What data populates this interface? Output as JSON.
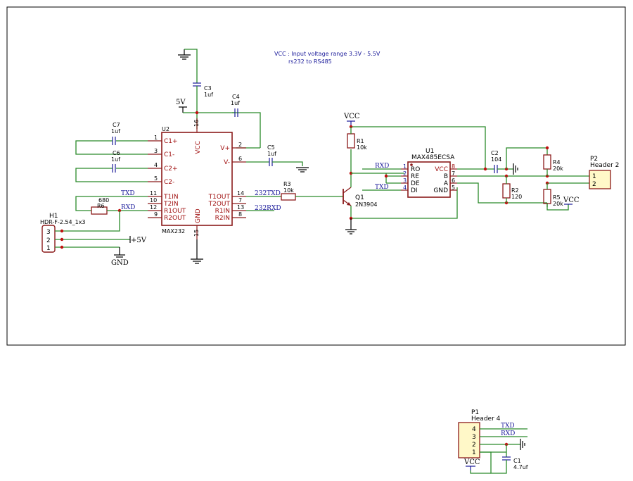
{
  "notes": {
    "line1": "VCC : Input voltage range 3.3V - 5.5V",
    "line2": "rs232 to RS485"
  },
  "u2": {
    "ref": "U2",
    "value": "MAX232",
    "pins": {
      "c1p": "C1+",
      "c1m": "C1-",
      "c2p": "C2+",
      "c2m": "C2-",
      "t1in": "T1IN",
      "t2in": "T2IN",
      "r1out": "R1OUT",
      "r2out": "R2OUT",
      "vcc": "VCC",
      "gnd": "GND",
      "vp": "V+",
      "vm": "V-",
      "t1out": "T1OUT",
      "t2out": "T2OUT",
      "r1in": "R1IN",
      "r2in": "R2IN"
    },
    "nums": {
      "n1": "1",
      "n3": "3",
      "n4": "4",
      "n5": "5",
      "n11": "11",
      "n10": "10",
      "n12": "12",
      "n9": "9",
      "n16": "16",
      "n15": "15",
      "n2": "2",
      "n6": "6",
      "n14": "14",
      "n7": "7",
      "n13": "13",
      "n8": "8"
    }
  },
  "u1": {
    "ref": "U1",
    "value": "MAX485ECSA",
    "pins": {
      "ro": "RO",
      "re": "RE",
      "de": "DE",
      "di": "DI",
      "vcc": "VCC",
      "b": "B",
      "a": "A",
      "gnd": "GND"
    },
    "nums": {
      "n1": "1",
      "n2": "2",
      "n3": "3",
      "n4": "4",
      "n8": "8",
      "n7": "7",
      "n6": "6",
      "n5": "5"
    }
  },
  "caps": {
    "c3": {
      "ref": "C3",
      "value": "1uf"
    },
    "c4": {
      "ref": "C4",
      "value": "1uf"
    },
    "c5": {
      "ref": "C5",
      "value": "1uf"
    },
    "c6": {
      "ref": "C6",
      "value": "1uf"
    },
    "c7": {
      "ref": "C7",
      "value": "1uf"
    },
    "c2": {
      "ref": "C2",
      "value": "104"
    },
    "c1": {
      "ref": "C1",
      "value": "4.7uf"
    }
  },
  "resistors": {
    "r1": {
      "ref": "R1",
      "value": "10k"
    },
    "r2": {
      "ref": "R2",
      "value": "120"
    },
    "r3": {
      "ref": "R3",
      "value": "10k"
    },
    "r4": {
      "ref": "R4",
      "value": "20k"
    },
    "r5": {
      "ref": "R5",
      "value": "20k"
    },
    "r6": {
      "ref": "R6",
      "value": "680"
    }
  },
  "q1": {
    "ref": "Q1",
    "value": "2N3904"
  },
  "h1": {
    "ref": "H1",
    "value": "HDR-F-2.54_1x3",
    "pins": [
      "3",
      "2",
      "1"
    ]
  },
  "p1": {
    "ref": "P1",
    "value": "Header 4",
    "pins": [
      "4",
      "3",
      "2",
      "1"
    ]
  },
  "p2": {
    "ref": "P2",
    "value": "Header 2",
    "pins": [
      "1",
      "2"
    ]
  },
  "nets": {
    "txd": "TXD",
    "rxd": "RXD",
    "t232txd": "232TXD",
    "t232rxd": "232RXD",
    "vcc": "VCC",
    "v5": "5V",
    "v5plus": "+5V",
    "gnd": "GND"
  },
  "colors": {
    "wire": "#2a8a2a",
    "body": "#8b1a1a",
    "label": "#1a1a9a",
    "pin_number": "#a01010",
    "junction": "#c01010"
  }
}
